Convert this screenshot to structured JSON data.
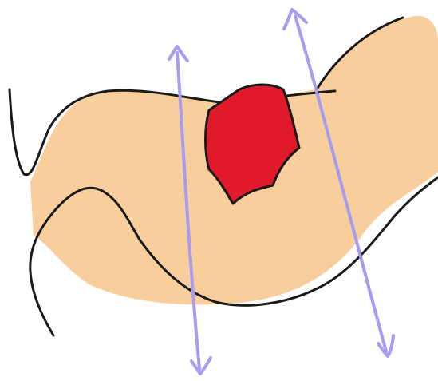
{
  "colors": {
    "background": "#ffffff",
    "tissue_fill": "#f8cf9c",
    "outline": "#1a1a1a",
    "lesion_fill": "#e0192b",
    "arrow_stroke": "#a99cf0"
  },
  "shapes": {
    "tissue": "tube-shaped-tissue",
    "lesion": "red-lesion",
    "arrows": [
      "double-headed-arrow",
      "double-headed-arrow"
    ]
  }
}
